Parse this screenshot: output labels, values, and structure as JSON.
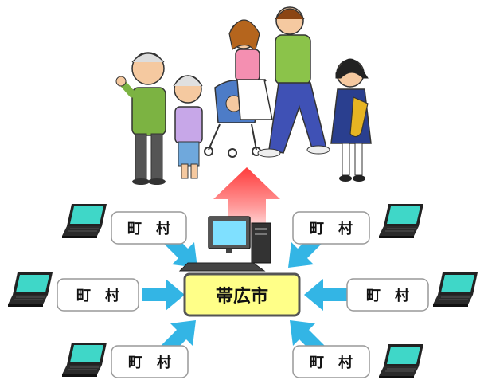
{
  "center": {
    "label": "帯広市",
    "fill": "#ffff88",
    "border": "#555555"
  },
  "towns": [
    {
      "label": "町　村"
    },
    {
      "label": "町　村"
    },
    {
      "label": "町　村"
    },
    {
      "label": "町　村"
    },
    {
      "label": "町　村"
    },
    {
      "label": "町　村"
    }
  ],
  "colors": {
    "arrow_in": "#33b5e5",
    "arrow_up": "#ff4d4d",
    "laptop_screen": "#39d8c8"
  },
  "icons": {
    "laptops": "laptop-icon",
    "desktop": "desktop-computer-icon",
    "people": "family-group-icon"
  }
}
